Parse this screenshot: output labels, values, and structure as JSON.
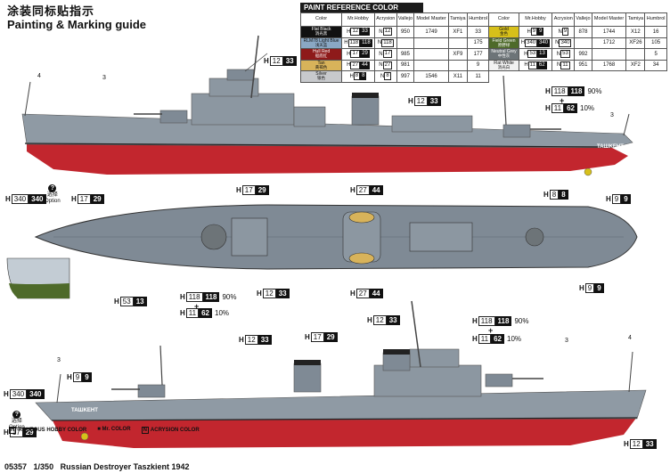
{
  "header": {
    "title_cn": "涂装同标贴指示",
    "title_en": "Painting & Marking guide"
  },
  "paint_ref": {
    "heading": "PAINT  REFERENCE COLOR",
    "columns": [
      "Color",
      "Mr.Hobby",
      "Acrysion",
      "Vallejo",
      "Model Master",
      "Tamiya",
      "Humbrol"
    ],
    "left": [
      {
        "color": "Flat Black",
        "cn": "消光黑",
        "hex": "#111111",
        "text": "#ffffff",
        "h": [
          "H",
          "12",
          "33"
        ],
        "n": [
          "N",
          "12"
        ],
        "vallejo": "950",
        "mm": "1749",
        "tamiya": "XF1",
        "humbrol": "33"
      },
      {
        "color": "RLM78 Light Blue",
        "cn": "浅天蓝",
        "hex": "#8aa8c4",
        "text": "#111111",
        "h": [
          "H",
          "118",
          "118"
        ],
        "n": [
          "N",
          "118"
        ],
        "vallejo": "",
        "mm": "",
        "tamiya": "",
        "humbrol": "175"
      },
      {
        "color": "Hull Red",
        "cn": "船底红",
        "hex": "#8e1a1a",
        "text": "#ffffff",
        "h": [
          "H",
          "17",
          "29"
        ],
        "n": [
          "N",
          "17"
        ],
        "vallejo": "985",
        "mm": "",
        "tamiya": "XF9",
        "humbrol": "177"
      },
      {
        "color": "Tan",
        "cn": "黄褐色",
        "hex": "#d8b35a",
        "text": "#111111",
        "h": [
          "H",
          "27",
          "44"
        ],
        "n": [
          "N",
          "27"
        ],
        "vallejo": "981",
        "mm": "",
        "tamiya": "",
        "humbrol": "9"
      },
      {
        "color": "Silver",
        "cn": "银色",
        "hex": "#c7c9cc",
        "text": "#111111",
        "h": [
          "H",
          "8",
          "8"
        ],
        "n": [
          "N",
          "8"
        ],
        "vallejo": "997",
        "mm": "1546",
        "tamiya": "X11",
        "humbrol": "11"
      }
    ],
    "right": [
      {
        "color": "Gold",
        "cn": "金色",
        "hex": "#d7c01a",
        "text": "#111111",
        "h": [
          "H",
          "9",
          "9"
        ],
        "n": [
          "N",
          "9"
        ],
        "vallejo": "878",
        "mm": "1744",
        "tamiya": "X12",
        "humbrol": "16"
      },
      {
        "color": "Field Green",
        "cn": "原野绿",
        "hex": "#4e6a2a",
        "text": "#ffffff",
        "h": [
          "H",
          "340",
          "340"
        ],
        "n": [
          "N",
          "340"
        ],
        "vallejo": "",
        "mm": "1712",
        "tamiya": "XF26",
        "humbrol": "105"
      },
      {
        "color": "Neutral Grey",
        "cn": "中性灰",
        "hex": "#6d7478",
        "text": "#ffffff",
        "h": [
          "H",
          "53",
          "13"
        ],
        "n": [
          "N",
          "53"
        ],
        "vallejo": "992",
        "mm": "",
        "tamiya": "",
        "humbrol": "5"
      },
      {
        "color": "Flat White",
        "cn": "消光白",
        "hex": "#f2f2f2",
        "text": "#111111",
        "h": [
          "H",
          "11",
          "62"
        ],
        "n": [
          "N",
          "11"
        ],
        "vallejo": "951",
        "mm": "1768",
        "tamiya": "XF2",
        "humbrol": "34"
      }
    ]
  },
  "option_label": {
    "cn": "选择",
    "en": "Option",
    "q": "?"
  },
  "codes": {
    "c12_33": {
      "pre": "H",
      "a": "12",
      "b": "33"
    },
    "c17_29": {
      "pre": "H",
      "a": "17",
      "b": "29"
    },
    "c27_44": {
      "pre": "H",
      "a": "27",
      "b": "44"
    },
    "c8_8": {
      "pre": "H",
      "a": "8",
      "b": "8"
    },
    "c9_9": {
      "pre": "H",
      "a": "9",
      "b": "9"
    },
    "c118": {
      "pre": "H",
      "a": "118",
      "b": "118",
      "pct": "90%"
    },
    "c11_62": {
      "pre": "H",
      "a": "11",
      "b": "62",
      "pct": "10%"
    },
    "c340": {
      "pre": "H",
      "a": "340",
      "b": "340"
    },
    "c53_13": {
      "pre": "H",
      "a": "53",
      "b": "13"
    },
    "plus": "+"
  },
  "pointers": {
    "p3": "3",
    "p4": "4"
  },
  "hull_name": "TAШKEHT",
  "legend": {
    "h_key": "H",
    "h_label": "AQUEOUS HOBBY COLOR",
    "m_key": "■",
    "m_label": "Mr. COLOR",
    "n_key": "N",
    "n_label": "ACRYSION COLOR"
  },
  "footer": {
    "code": "05357",
    "scale": "1/350",
    "name": "Russian Destroyer Taszkient 1942"
  },
  "colors": {
    "hull_grey": "#8f9aa4",
    "deck_grey": "#7f8a95",
    "hull_red": "#c2262e",
    "waterline": "#222222",
    "option_green": "#4e6a2a",
    "option_grey": "#c3ccd4"
  }
}
